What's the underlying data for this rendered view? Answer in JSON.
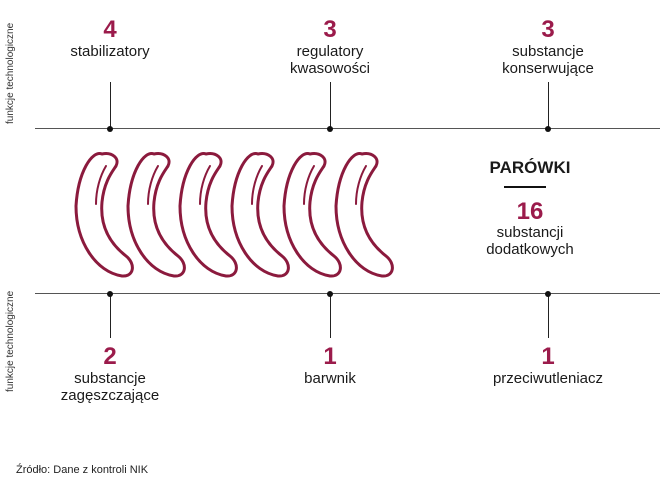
{
  "side_label": "funkcje technologiczne",
  "top": [
    {
      "count": "4",
      "line1": "stabilizatory",
      "line2": ""
    },
    {
      "count": "3",
      "line1": "regulatory",
      "line2": "kwasowości"
    },
    {
      "count": "3",
      "line1": "substancje",
      "line2": "konserwujące"
    }
  ],
  "bottom": [
    {
      "count": "2",
      "line1": "substancje",
      "line2": "zagęszczające"
    },
    {
      "count": "1",
      "line1": "barwnik",
      "line2": ""
    },
    {
      "count": "1",
      "line1": "przeciwutleniacz",
      "line2": ""
    }
  ],
  "center": {
    "title": "PARÓWKI",
    "total": "16",
    "total_line1": "substancji",
    "total_line2": "dodatkowych"
  },
  "sausage_count": 6,
  "colors": {
    "accent": "#9b1b4b",
    "sausage_stroke": "#8b1a3d"
  },
  "source": "Źródło: Dane z kontroli NIK"
}
